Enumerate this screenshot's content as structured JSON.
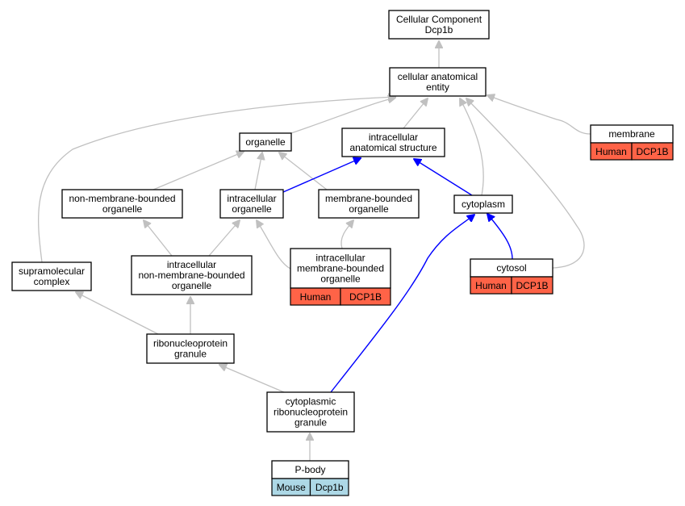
{
  "colors": {
    "gray_edge": "#c0c0c0",
    "blue_edge": "#0000ff",
    "human_annotation": "#ff6347",
    "mouse_annotation": "#add8e6"
  },
  "nodes": {
    "root": {
      "lines": [
        "Cellular Component",
        "Dcp1b"
      ]
    },
    "cellular_anatomical_entity": {
      "lines": [
        "cellular anatomical",
        "entity"
      ]
    },
    "organelle": {
      "lines": [
        "organelle"
      ]
    },
    "intracellular_anatomical_structure": {
      "lines": [
        "intracellular",
        "anatomical structure"
      ]
    },
    "membrane": {
      "lines": [
        "membrane"
      ],
      "tags": [
        "Human",
        "DCP1B"
      ]
    },
    "non_membrane_bounded_organelle": {
      "lines": [
        "non-membrane-bounded",
        "organelle"
      ]
    },
    "intracellular_organelle": {
      "lines": [
        "intracellular",
        "organelle"
      ]
    },
    "membrane_bounded_organelle": {
      "lines": [
        "membrane-bounded",
        "organelle"
      ]
    },
    "cytoplasm": {
      "lines": [
        "cytoplasm"
      ]
    },
    "supramolecular_complex": {
      "lines": [
        "supramolecular",
        "complex"
      ]
    },
    "intracellular_non_membrane_bounded_organelle": {
      "lines": [
        "intracellular",
        "non-membrane-bounded",
        "organelle"
      ]
    },
    "intracellular_membrane_bounded_organelle": {
      "lines": [
        "intracellular",
        "membrane-bounded",
        "organelle"
      ],
      "tags": [
        "Human",
        "DCP1B"
      ]
    },
    "cytosol": {
      "lines": [
        "cytosol"
      ],
      "tags": [
        "Human",
        "DCP1B"
      ]
    },
    "ribonucleoprotein_granule": {
      "lines": [
        "ribonucleoprotein",
        "granule"
      ]
    },
    "cytoplasmic_ribonucleoprotein_granule": {
      "lines": [
        "cytoplasmic",
        "ribonucleoprotein",
        "granule"
      ]
    },
    "p_body": {
      "lines": [
        "P-body"
      ],
      "tags": [
        "Mouse",
        "Dcp1b"
      ]
    }
  },
  "edges": [
    {
      "from": "cellular_anatomical_entity",
      "to": "root",
      "style": "gray"
    },
    {
      "from": "organelle",
      "to": "cellular_anatomical_entity",
      "style": "gray"
    },
    {
      "from": "intracellular_anatomical_structure",
      "to": "cellular_anatomical_entity",
      "style": "gray"
    },
    {
      "from": "membrane",
      "to": "cellular_anatomical_entity",
      "style": "gray"
    },
    {
      "from": "cytoplasm",
      "to": "cellular_anatomical_entity",
      "style": "gray"
    },
    {
      "from": "cytosol",
      "to": "cellular_anatomical_entity",
      "style": "gray"
    },
    {
      "from": "supramolecular_complex",
      "to": "cellular_anatomical_entity",
      "style": "gray"
    },
    {
      "from": "non_membrane_bounded_organelle",
      "to": "organelle",
      "style": "gray"
    },
    {
      "from": "intracellular_organelle",
      "to": "organelle",
      "style": "gray"
    },
    {
      "from": "membrane_bounded_organelle",
      "to": "organelle",
      "style": "gray"
    },
    {
      "from": "intracellular_organelle",
      "to": "intracellular_anatomical_structure",
      "style": "blue"
    },
    {
      "from": "cytoplasm",
      "to": "intracellular_anatomical_structure",
      "style": "blue"
    },
    {
      "from": "intracellular_non_membrane_bounded_organelle",
      "to": "non_membrane_bounded_organelle",
      "style": "gray"
    },
    {
      "from": "intracellular_non_membrane_bounded_organelle",
      "to": "intracellular_organelle",
      "style": "gray"
    },
    {
      "from": "intracellular_membrane_bounded_organelle",
      "to": "intracellular_organelle",
      "style": "gray"
    },
    {
      "from": "intracellular_membrane_bounded_organelle",
      "to": "membrane_bounded_organelle",
      "style": "gray"
    },
    {
      "from": "cytosol",
      "to": "cytoplasm",
      "style": "blue"
    },
    {
      "from": "ribonucleoprotein_granule",
      "to": "supramolecular_complex",
      "style": "gray"
    },
    {
      "from": "ribonucleoprotein_granule",
      "to": "intracellular_non_membrane_bounded_organelle",
      "style": "gray"
    },
    {
      "from": "cytoplasmic_ribonucleoprotein_granule",
      "to": "ribonucleoprotein_granule",
      "style": "gray"
    },
    {
      "from": "cytoplasmic_ribonucleoprotein_granule",
      "to": "cytoplasm",
      "style": "blue"
    },
    {
      "from": "p_body",
      "to": "cytoplasmic_ribonucleoprotein_granule",
      "style": "gray"
    }
  ]
}
